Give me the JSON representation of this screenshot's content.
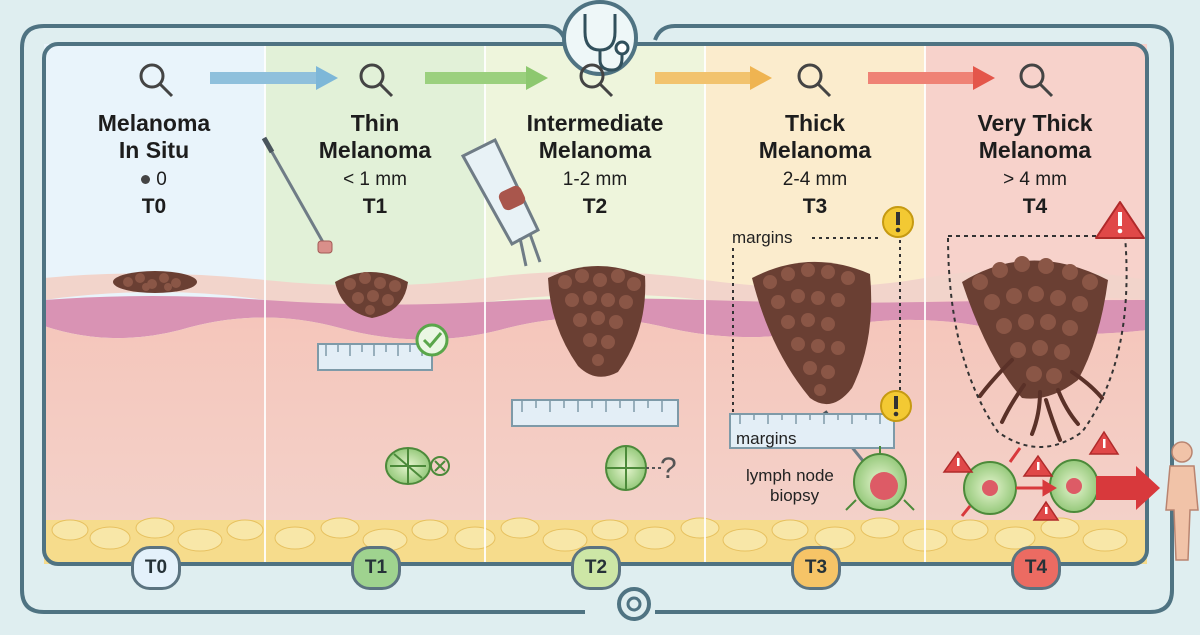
{
  "stages": [
    {
      "name_line1": "Melanoma",
      "name_line2": "In Situ",
      "size": "0",
      "code": "T0",
      "badge": "T0",
      "color": "#e9f4fb",
      "badge_color": "#e4f1fb"
    },
    {
      "name_line1": "Thin",
      "name_line2": "Melanoma",
      "size": "< 1 mm",
      "code": "T1",
      "badge": "T1",
      "color": "#e2f1d8",
      "badge_color": "#9fd38f"
    },
    {
      "name_line1": "Intermediate",
      "name_line2": "Melanoma",
      "size": "1-2 mm",
      "code": "T2",
      "badge": "T2",
      "color": "#eef5dc",
      "badge_color": "#cde6a6"
    },
    {
      "name_line1": "Thick",
      "name_line2": "Melanoma",
      "size": "2-4 mm",
      "code": "T3",
      "badge": "T3",
      "color": "#fbeccd",
      "badge_color": "#f6c467"
    },
    {
      "name_line1": "Very Thick",
      "name_line2": "Melanoma",
      "size": "> 4 mm",
      "code": "T4",
      "badge": "T4",
      "color": "#f7d2cb",
      "badge_color": "#ec6b62"
    }
  ],
  "annotations": {
    "margins_top": "margins",
    "margins_bottom": "margins",
    "biopsy_line1": "lymph node",
    "biopsy_line2": "biopsy",
    "question": "?"
  },
  "colors": {
    "frame": "#4f7382",
    "tumor": "#6a3f33",
    "tumor_light": "#8a5646",
    "node": "#86c06b",
    "warning": "#e04848",
    "caution": "#f3c933"
  }
}
